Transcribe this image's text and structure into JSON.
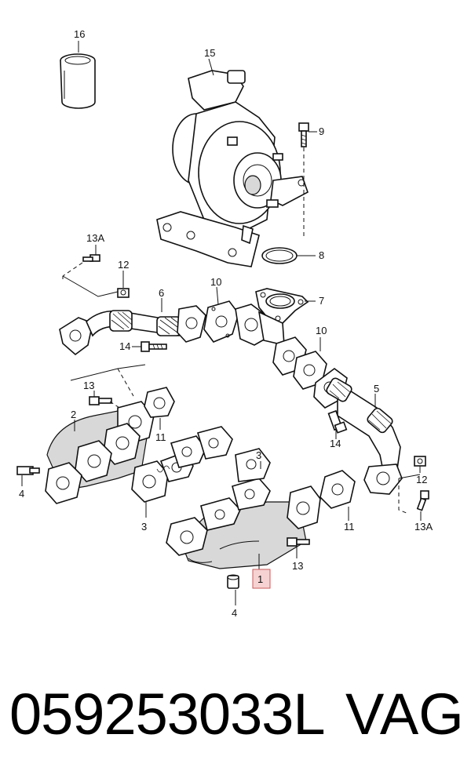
{
  "callouts": {
    "c16": "16",
    "c15": "15",
    "c9": "9",
    "c8": "8",
    "c7": "7",
    "c13A_top": "13A",
    "c12_top": "12",
    "c6": "6",
    "c10_top": "10",
    "c10_right": "10",
    "c14_left": "14",
    "c13_left": "13",
    "c2": "2",
    "c11_left": "11",
    "c5": "5",
    "c14_right": "14",
    "c4_left": "4",
    "c3_left": "3",
    "c3_right": "3",
    "c12_right": "12",
    "c11_right": "11",
    "c13A_right": "13A",
    "c13_right": "13",
    "c1": "1",
    "c4_bottom": "4"
  },
  "footer": {
    "part_number": "059253033L",
    "brand": "VAG"
  },
  "colors": {
    "highlight_fill": "#f7d2d2",
    "highlight_stroke": "#c85a5a",
    "line": "#111111"
  }
}
